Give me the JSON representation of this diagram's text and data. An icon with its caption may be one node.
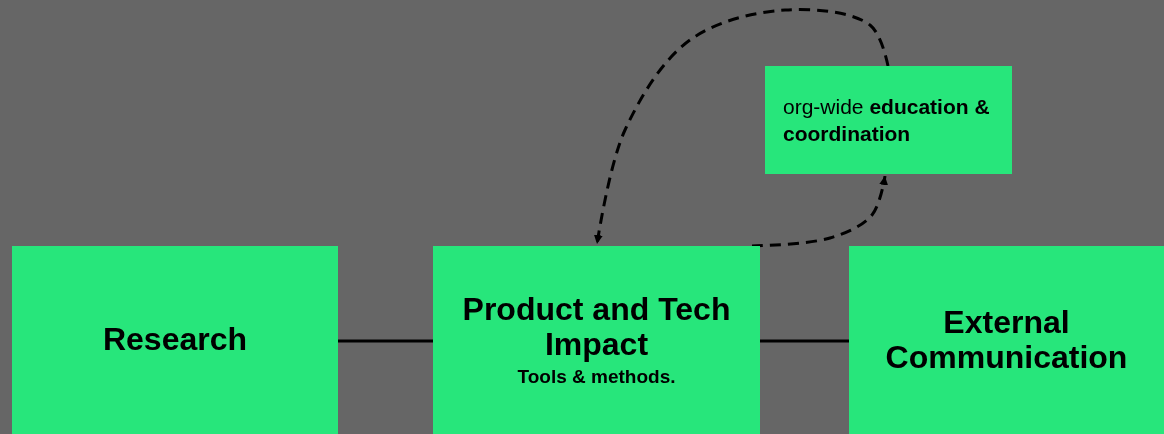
{
  "diagram": {
    "nodes": [
      {
        "text": [
          "Research"
        ]
      },
      {
        "text": [
          "Product and Tech Impact",
          "Tools & methods."
        ]
      },
      {
        "text": [
          "External Communication"
        ]
      },
      {
        "text": [
          "org-wide **education & coordination**"
        ]
      }
    ],
    "edges": [
      {
        "from": 0,
        "to": 1,
        "arrow": "none"
      },
      {
        "from": 1,
        "to": 2,
        "arrow": "none"
      },
      {
        "from": 3,
        "to": 1,
        "arrow": "to",
        "style": "dashed"
      },
      {
        "from": 1,
        "to": 3,
        "arrow": "to",
        "style": "dashed"
      }
    ]
  }
}
